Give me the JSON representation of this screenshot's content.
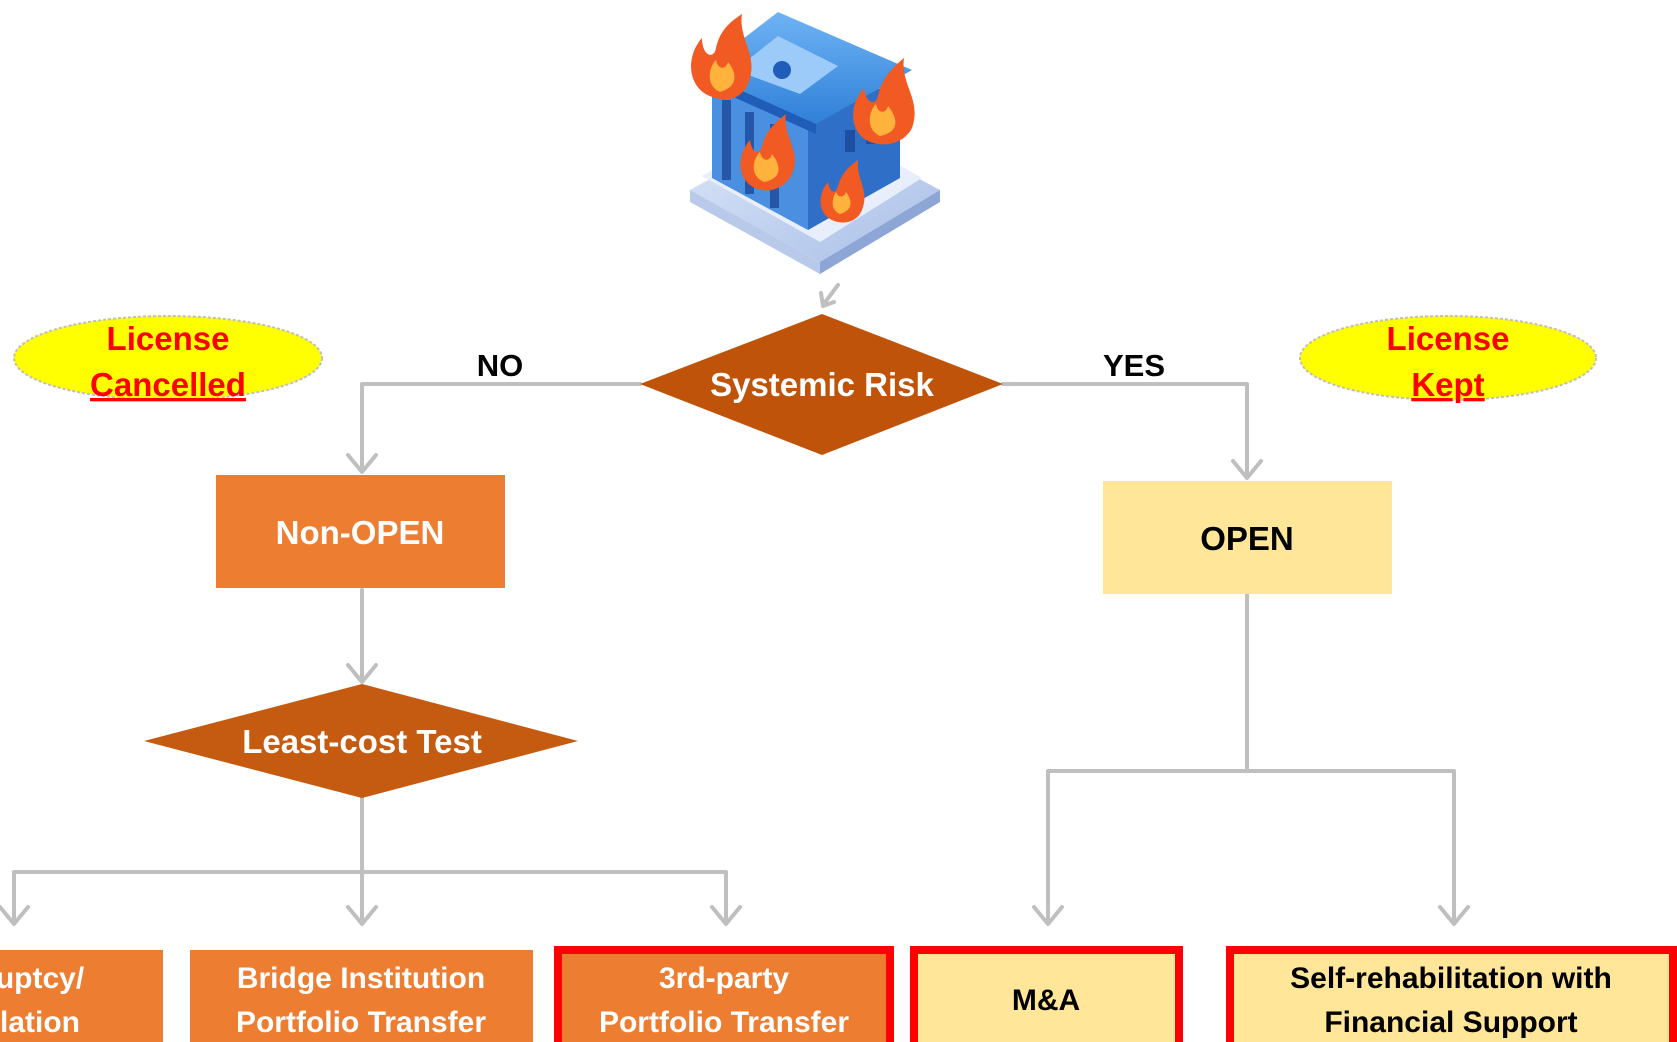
{
  "badges": {
    "left": [
      "License",
      "Cancelled"
    ],
    "right": [
      "License",
      "Kept"
    ]
  },
  "decisions": {
    "systemic_risk": "Systemic Risk",
    "least_cost": "Least-cost Test",
    "no_label": "NO",
    "yes_label": "YES"
  },
  "nodes": {
    "non_open": "Non-OPEN",
    "open": "OPEN"
  },
  "outcomes": {
    "bankruptcy": [
      "uptcy/",
      "lation"
    ],
    "bridge": [
      "Bridge Institution",
      "Portfolio Transfer"
    ],
    "third_party": [
      "3rd-party",
      "Portfolio Transfer"
    ],
    "ma": "M&A",
    "self_rehab": [
      "Self-rehabilitation with",
      "Financial Support"
    ]
  },
  "colors": {
    "diamond": "#BF5309",
    "orange_box": "#ED7D31",
    "yellow_box": "#FFE699",
    "highlight_border": "#FF0000",
    "badge_fill": "#FFFF00",
    "badge_text": "#FF0000",
    "connector": "#BFBFBF"
  },
  "icons": {
    "top": "burning-bank-icon"
  }
}
